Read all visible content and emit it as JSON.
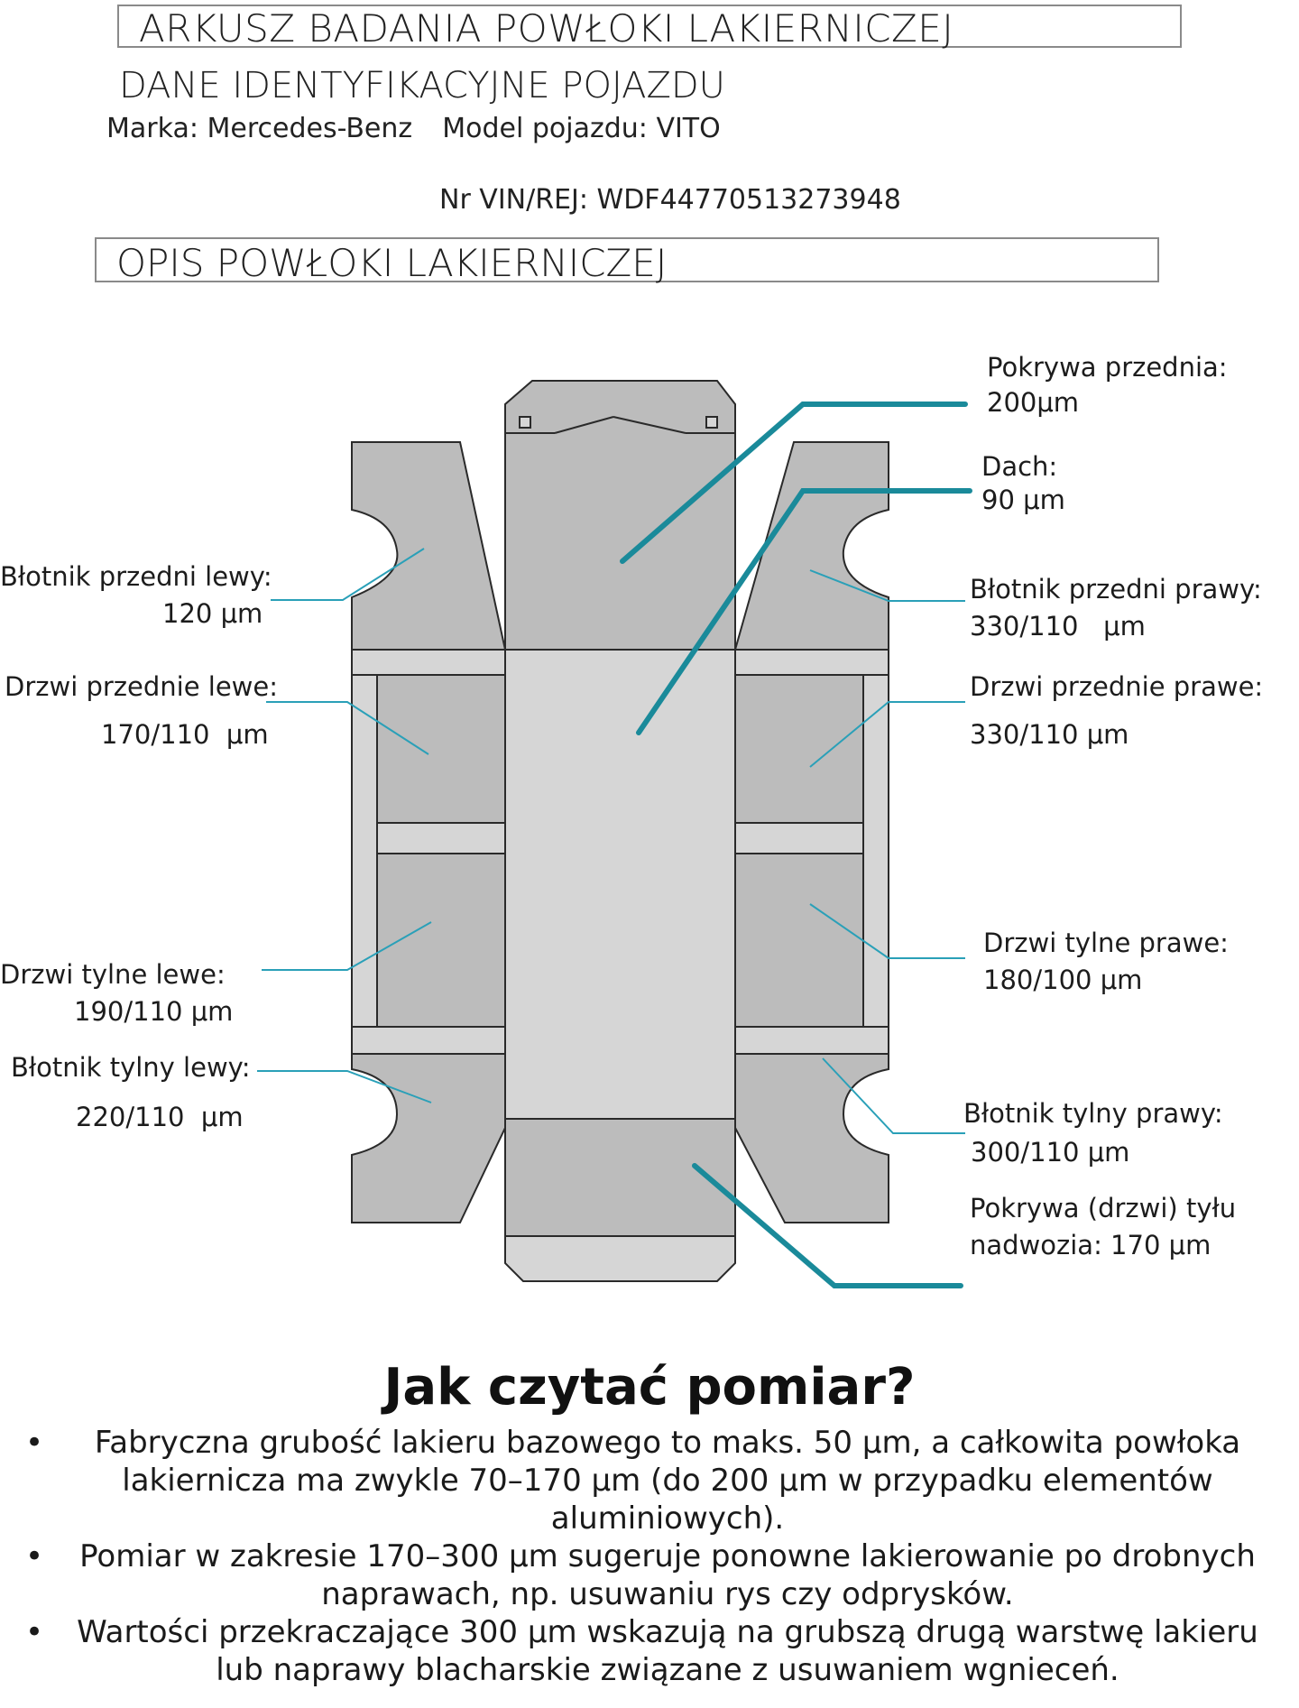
{
  "header": {
    "title": "ARKUSZ BADANIA POWŁOKI LAKIERNICZEJ",
    "section1": "DANE IDENTYFIKACYJNE POJAZDU",
    "marka_label": "Marka:",
    "marka_value": "Mercedes-Benz",
    "model_label": "Model pojazdu:",
    "model_value": "VITO",
    "vin_label": "Nr VIN/REJ:",
    "vin_value": "WDF44770513273948",
    "section2": "OPIS POWŁOKI LAKIERNICZEJ"
  },
  "labels": {
    "pokrywa_przednia_name": "Pokrywa przednia:",
    "pokrywa_przednia_value": "200μm",
    "dach_name": "Dach:",
    "dach_value": "90 μm",
    "blotnik_pl_name": "Błotnik przedni lewy:",
    "blotnik_pl_value": "120 μm",
    "blotnik_pp_name": "Błotnik przedni prawy:",
    "blotnik_pp_value": "330/110   μm",
    "drzwi_pl_name": "Drzwi przednie lewe:",
    "drzwi_pl_value": "170/110  μm",
    "drzwi_pp_name": "Drzwi przednie prawe:",
    "drzwi_pp_value": "330/110 μm",
    "drzwi_tl_name": "Drzwi tylne lewe:",
    "drzwi_tl_value": "190/110 μm",
    "drzwi_tp_name": "Drzwi tylne prawe:",
    "drzwi_tp_value": "180/100 μm",
    "blotnik_tl_name": "Błotnik tylny lewy:",
    "blotnik_tl_value": "220/110  μm",
    "blotnik_tp_name": "Błotnik tylny prawy:",
    "blotnik_tp_value": "300/110 μm",
    "pokrywa_tyl_line1": "Pokrywa (drzwi) tyłu",
    "pokrywa_tyl_line2": "nadwozia: 170 μm"
  },
  "howto": {
    "title": "Jak czytać pomiar?",
    "bullet1": "Fabryczna grubość lakieru bazowego to maks. 50 μm, a całkowita powłoka lakiernicza ma zwykle 70–170 μm (do 200 μm w przypadku elementów aluminiowych).",
    "bullet2": "Pomiar w zakresie 170–300 μm sugeruje ponowne lakierowanie po drobnych naprawach, np. usuwaniu rys czy odprysków.",
    "bullet3": "Wartości przekraczające 300 μm wskazują na grubszą drugą warstwę lakieru lub naprawy blacharskie związane z usuwaniem wgnieceń."
  },
  "colors": {
    "panel_dark": "#bcbcbc",
    "panel_light": "#d6d6d6",
    "outline": "#2a2a2a",
    "leader_thick": "#1a8a9a",
    "leader_thin": "#2aa0b8"
  }
}
